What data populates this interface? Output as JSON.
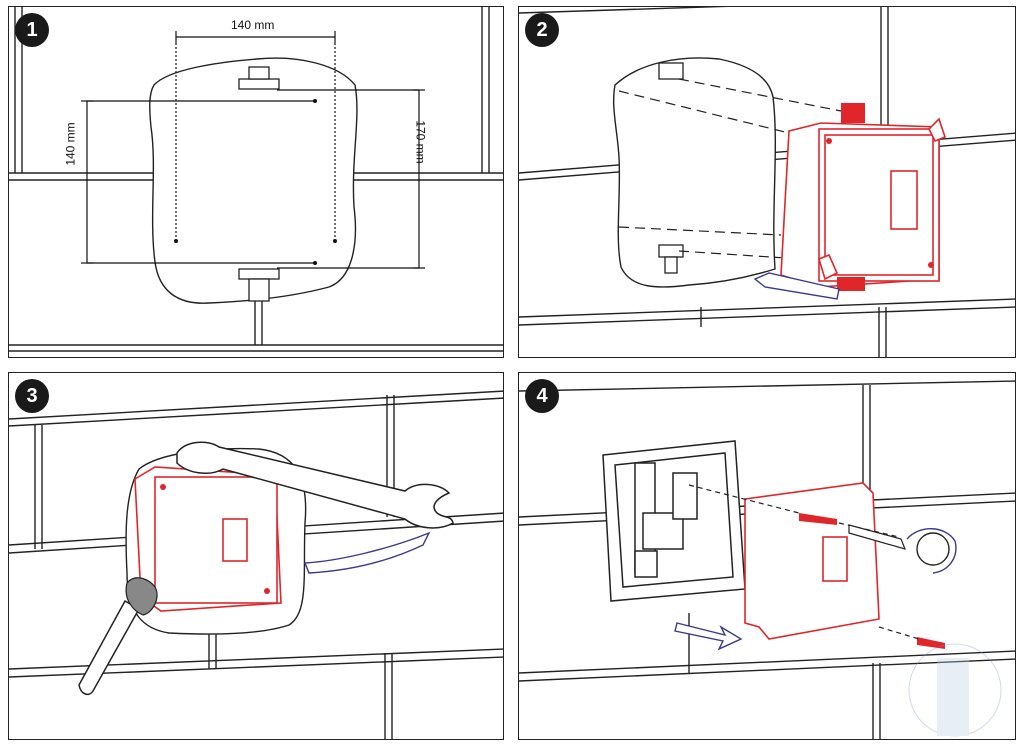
{
  "colors": {
    "outline": "#1a1a1a",
    "accent_red": "#e0262b",
    "arrow_blue": "#3a3a8c"
  },
  "panels": [
    {
      "step": "1",
      "dimensions": {
        "top": "140 mm",
        "left": "140 mm",
        "right": "170 mm"
      }
    },
    {
      "step": "2"
    },
    {
      "step": "3"
    },
    {
      "step": "4"
    }
  ],
  "icons": [
    "spanner-icon",
    "screwdriver-icon",
    "arrow-icon",
    "screw-icon",
    "wall-plug-icon"
  ]
}
